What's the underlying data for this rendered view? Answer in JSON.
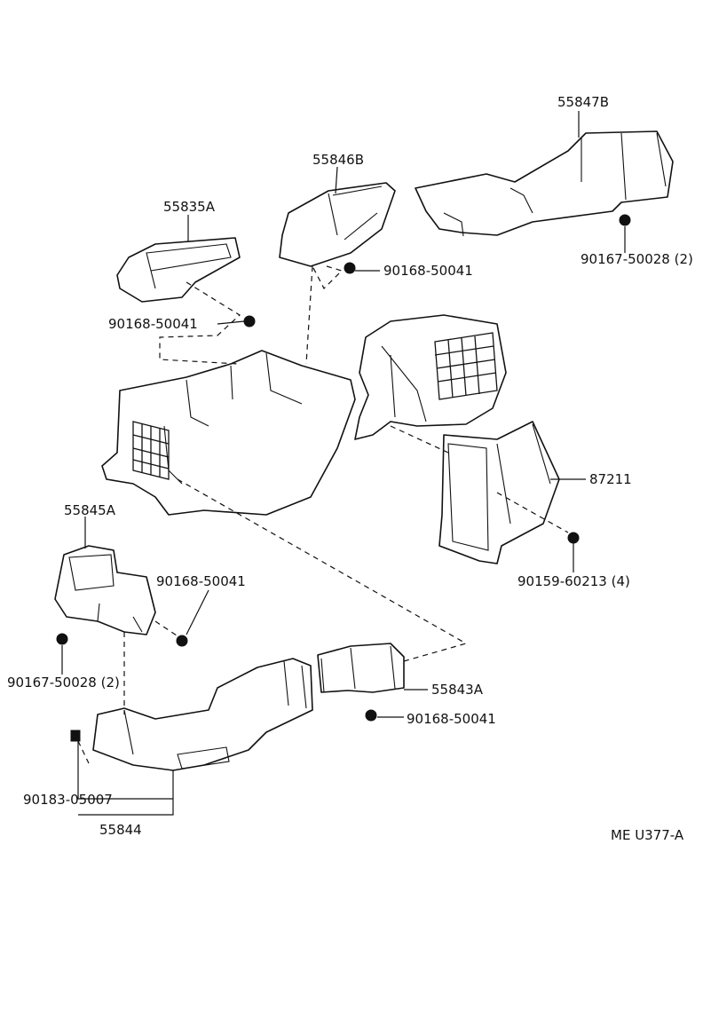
{
  "labels": {
    "p55847b": "55847B",
    "p55846b": "55846B",
    "p55835a": "55835A",
    "p90168_top": "90168-50041",
    "p90168_left": "90168-50041",
    "p90167_right": "90167-50028 (2)",
    "p87211": "87211",
    "p90159": "90159-60213 (4)",
    "p55845a": "55845A",
    "p90168_mid": "90168-50041",
    "p90167_left": "90167-50028 (2)",
    "p55843a": "55843A",
    "p90168_bottom": "90168-50041",
    "p90183": "90183-05007",
    "p55844": "55844",
    "ref": "ME U377-A"
  }
}
